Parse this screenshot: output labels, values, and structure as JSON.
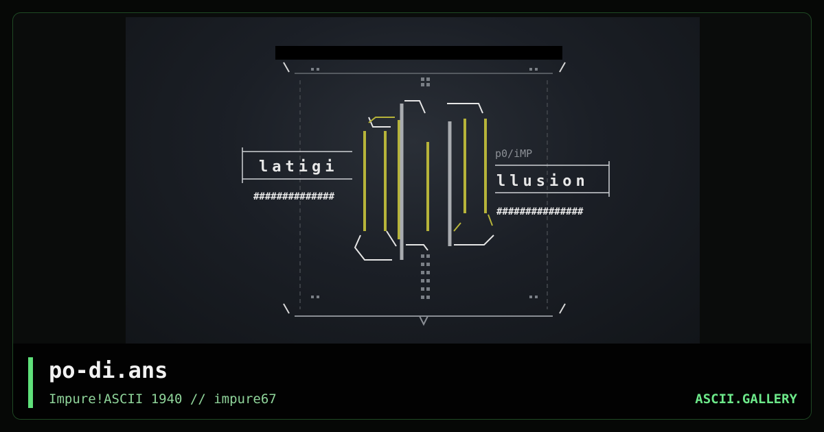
{
  "artwork": {
    "left_label": "latigi",
    "right_label": "llusion",
    "tag": "p0/iMP",
    "hash_left": "##############",
    "hash_right": "###############"
  },
  "footer": {
    "title": "po-di.ans",
    "subtitle": "Impure!ASCII 1940 // impure67",
    "brand": "ASCII.GALLERY"
  },
  "colors": {
    "accent": "#5fe07a",
    "yellow": "#b7b43a",
    "border": "#1f4a24"
  }
}
